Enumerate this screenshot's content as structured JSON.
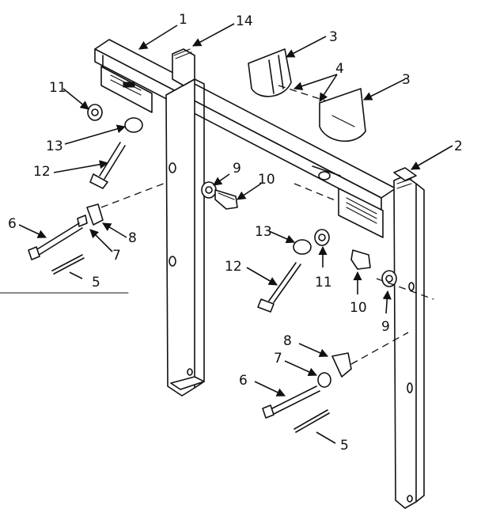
{
  "callouts": {
    "c1": "1",
    "c14": "14",
    "c3a": "3",
    "c4": "4",
    "c3b": "3",
    "c11a": "11",
    "c13a": "13",
    "c12a": "12",
    "c9a": "9",
    "c10a": "10",
    "c6a": "6",
    "c8a": "8",
    "c7a": "7",
    "c5a": "5",
    "c2": "2",
    "c13b": "13",
    "c12b": "12",
    "c11b": "11",
    "c10b": "10",
    "c9b": "9",
    "c8b": "8",
    "c7b": "7",
    "c6b": "6",
    "c5b": "5"
  }
}
